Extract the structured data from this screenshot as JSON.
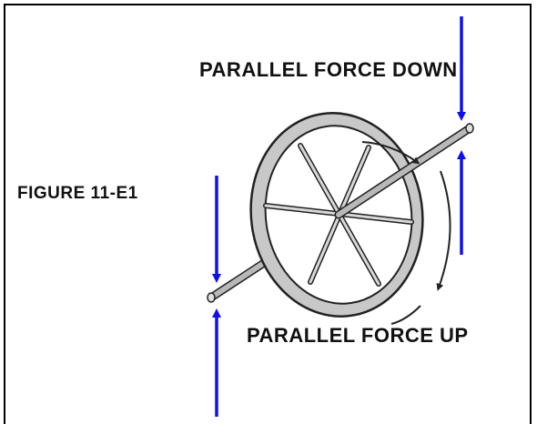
{
  "labels": {
    "force_down": "PARALLEL FORCE DOWN",
    "force_up": "PARALLEL FORCE UP",
    "figure": "FIGURE 11-E1"
  },
  "colors": {
    "force_arrow": "#1010ee",
    "wheel_rim": "#c8c8c8",
    "outline": "#222222",
    "axle": "#b8b8b8",
    "rotation_arrow": "#222222",
    "frame_border": "#000000"
  }
}
